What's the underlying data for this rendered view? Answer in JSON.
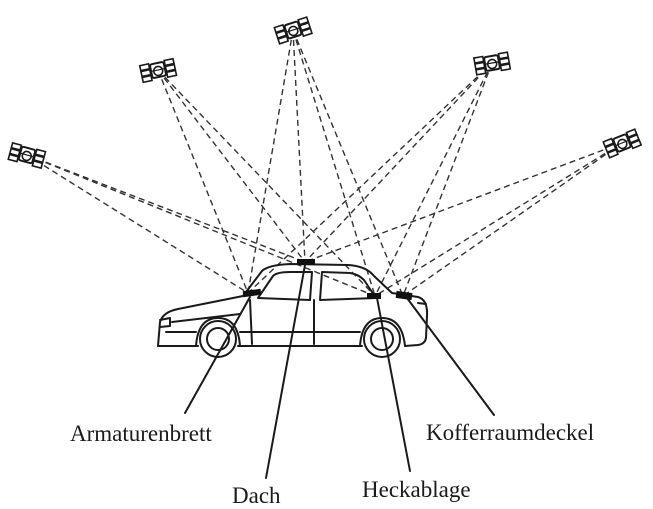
{
  "labels": {
    "dashboard": "Armaturenbrett",
    "roof": "Dach",
    "rear_shelf": "Heckablage",
    "trunk_lid": "Kofferraumdeckel"
  },
  "colors": {
    "line": "#1a1a1a",
    "background": "#ffffff"
  },
  "icons": {
    "satellite": "satellite-icon",
    "car": "car-icon",
    "antenna": "antenna-icon"
  }
}
